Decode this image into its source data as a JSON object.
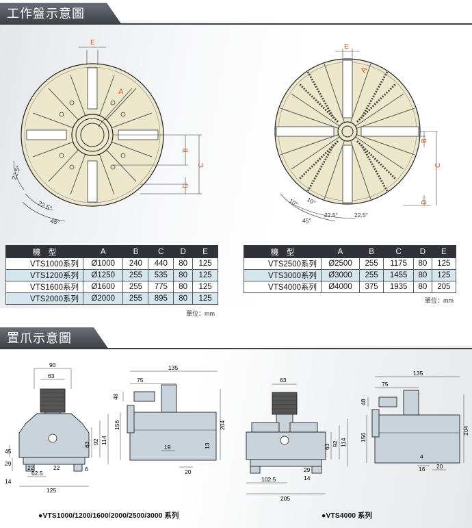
{
  "section1": {
    "title": "工作盤示意圖"
  },
  "section2": {
    "title": "置爪示意圖"
  },
  "diagram1": {
    "labels": {
      "A": "A",
      "B": "B",
      "C": "C",
      "D": "D",
      "E": "E",
      "ang1": "22.5°",
      "ang2": "22.5°",
      "ang3": "45°"
    }
  },
  "diagram2": {
    "labels": {
      "A": "A",
      "B": "B",
      "C": "C",
      "D": "D",
      "E": "E",
      "ang1": "10°",
      "ang2": "10°",
      "ang3": "22.5°",
      "ang4": "22.5°",
      "ang5": "45°"
    }
  },
  "table1": {
    "headers": [
      "機　型",
      "A",
      "B",
      "C",
      "D",
      "E"
    ],
    "rows": [
      [
        "VTS1000系列",
        "Ø1000",
        "240",
        "440",
        "80",
        "125"
      ],
      [
        "VTS1200系列",
        "Ø1250",
        "255",
        "535",
        "80",
        "125"
      ],
      [
        "VTS1600系列",
        "Ø1600",
        "255",
        "775",
        "80",
        "125"
      ],
      [
        "VTS2000系列",
        "Ø2000",
        "255",
        "895",
        "80",
        "125"
      ]
    ],
    "unit": "單位：mm"
  },
  "table2": {
    "headers": [
      "機　型",
      "A",
      "B",
      "C",
      "D",
      "E"
    ],
    "rows": [
      [
        "VTS2500系列",
        "Ø2500",
        "255",
        "1175",
        "80",
        "125"
      ],
      [
        "VTS3000系列",
        "Ø3000",
        "255",
        "1455",
        "80",
        "125"
      ],
      [
        "VTS4000系列",
        "Ø4000",
        "375",
        "1935",
        "80",
        "205"
      ]
    ],
    "unit": "單位：mm"
  },
  "jaw1": {
    "dims": {
      "w90": "90",
      "w63": "63",
      "h45": "45",
      "h29": "29",
      "h14": "14",
      "w62": "62.5",
      "w125": "125",
      "w22a": "22",
      "w22b": "22",
      "h63": "63",
      "h92": "92",
      "h114": "114",
      "h6": "6"
    }
  },
  "jaw2": {
    "dims": {
      "w135": "135",
      "w75": "75",
      "h48": "48",
      "h156": "156",
      "h204": "204",
      "w19": "19",
      "w20": "20",
      "h13": "13"
    }
  },
  "jaw3": {
    "dims": {
      "w63": "63",
      "h63": "63",
      "h92": "92",
      "h114": "114",
      "w29": "29",
      "h14": "14",
      "w102": "102.5",
      "w205": "205"
    }
  },
  "jaw4": {
    "dims": {
      "w135": "135",
      "w75": "75",
      "h48": "48",
      "h156": "156",
      "h204": "204",
      "h4": "4",
      "w16": "16",
      "w20": "20"
    }
  },
  "captions": {
    "left": "●VTS1000/1200/1600/2000/2500/3000 系列",
    "right": "●VTS4000 系列"
  }
}
